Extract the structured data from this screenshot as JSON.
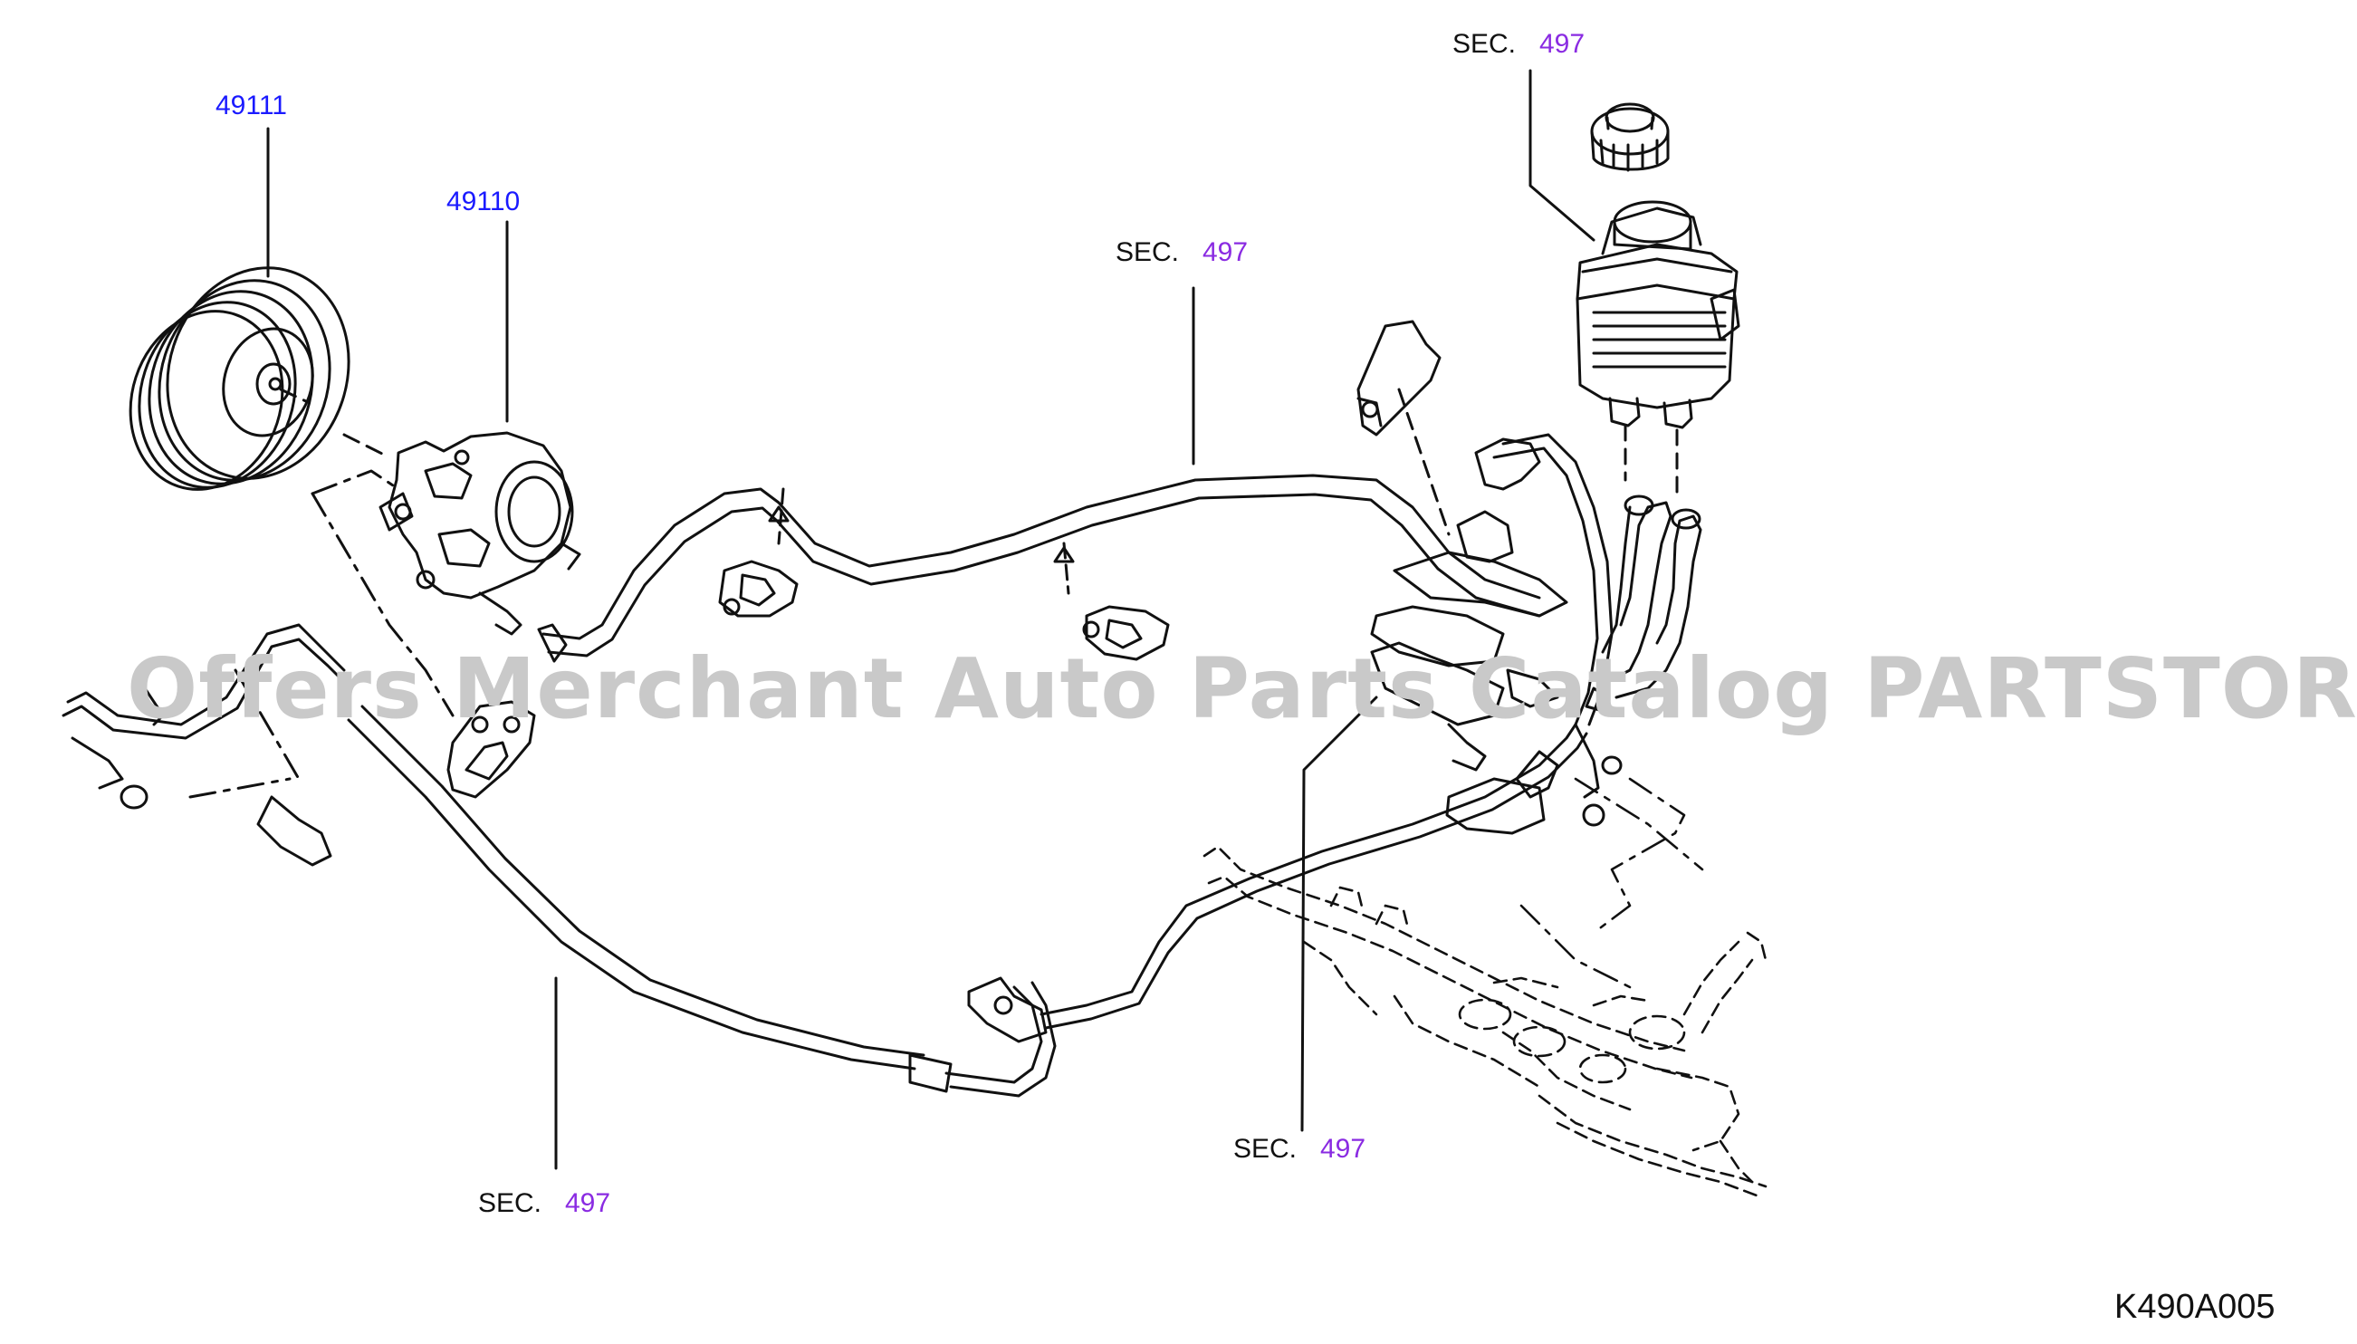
{
  "colors": {
    "line": "#111111",
    "part_number": "#1a1aff",
    "section_number": "#8a2be2",
    "watermark": "#c9c9c9"
  },
  "parts": [
    {
      "number": "49111"
    },
    {
      "number": "49110"
    }
  ],
  "sections": [
    {
      "prefix": "SEC.",
      "number": "497"
    },
    {
      "prefix": "SEC.",
      "number": "497"
    },
    {
      "prefix": "SEC.",
      "number": "497"
    },
    {
      "prefix": "SEC.",
      "number": "497"
    }
  ],
  "watermark": "Offers Merchant Auto Parts Catalog PARTSTORE.SA",
  "diagram_code": "K490A005"
}
